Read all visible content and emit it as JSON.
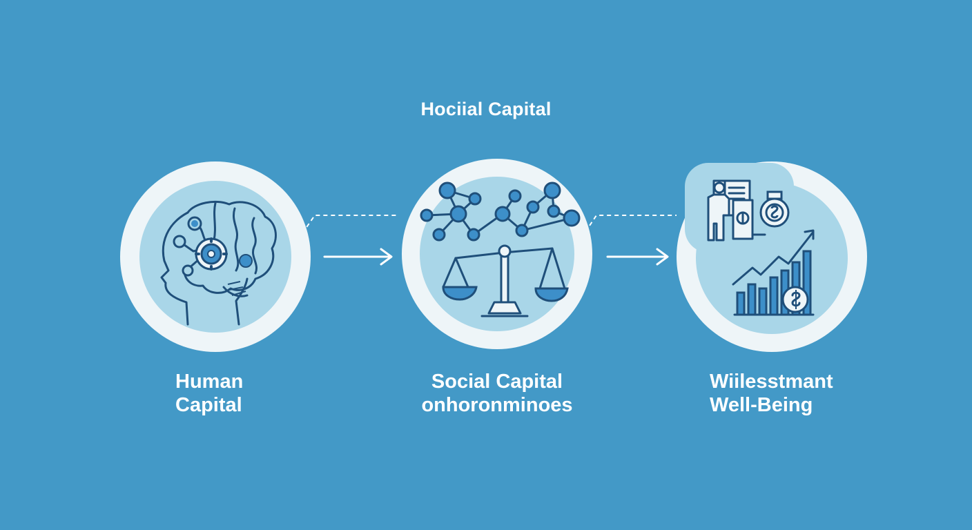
{
  "title": "Hociial Capital",
  "nodes": [
    {
      "icon": "brain-gears-icon",
      "label_line1": "Human",
      "label_line2": "Capital"
    },
    {
      "icon": "network-scale-icon",
      "label_line1": "Social Capital",
      "label_line2": "onhoronminoes"
    },
    {
      "icon": "finance-growth-icon",
      "label_line1": "Wiilesstmant",
      "label_line2": "Well-Being"
    }
  ],
  "colors": {
    "background": "#4399c7",
    "ring": "#eef5f8",
    "inner": "#a9d6e8",
    "stroke": "#1f4f7a",
    "node_fill": "#3d8fc9"
  }
}
